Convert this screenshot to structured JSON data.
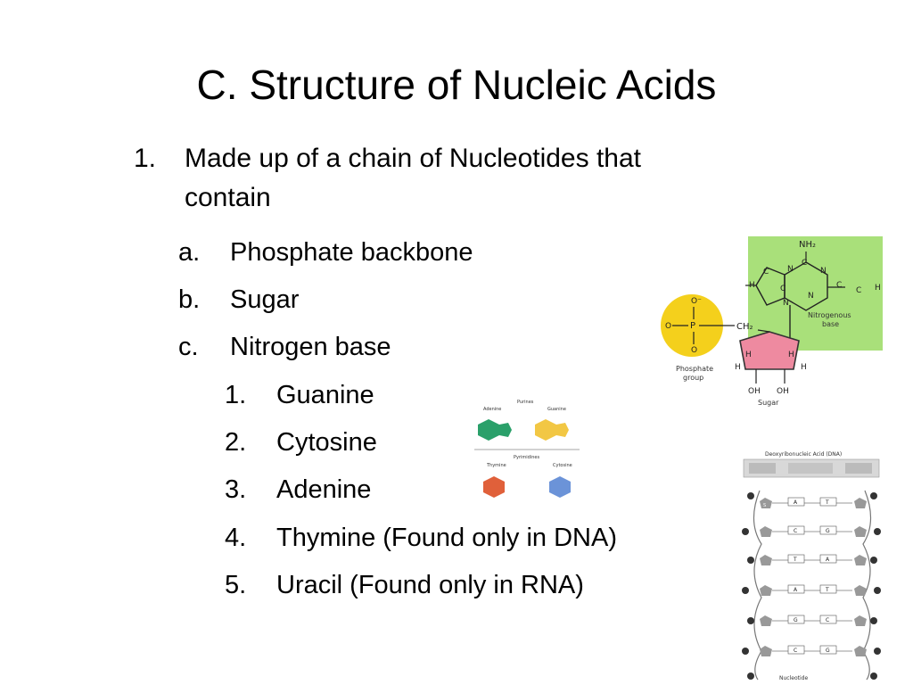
{
  "slide": {
    "title": "C. Structure of Nucleic Acids",
    "point1": {
      "number": "1.",
      "text_line1": "Made up of a chain of Nucleotides that",
      "text_line2": "contain"
    },
    "sub": [
      {
        "marker": "a.",
        "text": "Phosphate backbone"
      },
      {
        "marker": "b.",
        "text": "Sugar"
      },
      {
        "marker": "c.",
        "text": "Nitrogen base"
      }
    ],
    "bases": [
      {
        "marker": "1.",
        "text": "Guanine"
      },
      {
        "marker": "2.",
        "text": "Cytosine"
      },
      {
        "marker": "3.",
        "text": "Adenine"
      },
      {
        "marker": "4.",
        "text": "Thymine (Found only in DNA)"
      },
      {
        "marker": "5.",
        "text": "Uracil (Found only in RNA)"
      }
    ]
  },
  "nucleotide_figure": {
    "nh2": "NH₂",
    "h_left": "H",
    "h_right": "H",
    "n_labels": [
      "N",
      "N",
      "N",
      "N"
    ],
    "c_labels": [
      "C",
      "C",
      "C",
      "C",
      "C"
    ],
    "o_top": "O⁻",
    "o_left": "O",
    "o_bottom": "O",
    "p": "P",
    "ch2": "CH₂",
    "phosphate_label_1": "Phosphate",
    "phosphate_label_2": "group",
    "base_label_1": "Nitrogenous",
    "base_label_2": "base",
    "sugar_h_labels": [
      "H",
      "H",
      "H",
      "H"
    ],
    "oh_labels": [
      "OH",
      "OH"
    ],
    "sugar_label": "Sugar",
    "colors": {
      "phosphate": "#f4d01c",
      "base_box": "#a9e07a",
      "sugar": "#ee8aa0"
    }
  },
  "bases_figure": {
    "purines": "Purines",
    "pyrimidines": "Pyrimidines",
    "adenine": "Adenine",
    "guanine": "Guanine",
    "thymine": "Thymine",
    "cytosine": "Cytosine",
    "colors": {
      "adenine": "#2aa06a",
      "guanine": "#f2c744",
      "thymine": "#e0603a",
      "cytosine": "#6b93d8"
    }
  },
  "dna_figure": {
    "title": "Deoxyribonucleic Acid (DNA)",
    "pair_letters": [
      [
        "A",
        "T"
      ],
      [
        "C",
        "G"
      ],
      [
        "T",
        "A"
      ],
      [
        "A",
        "T"
      ],
      [
        "G",
        "C"
      ],
      [
        "C",
        "G"
      ]
    ],
    "sugar_label": "S",
    "bottom_label": "Nucleotide"
  }
}
